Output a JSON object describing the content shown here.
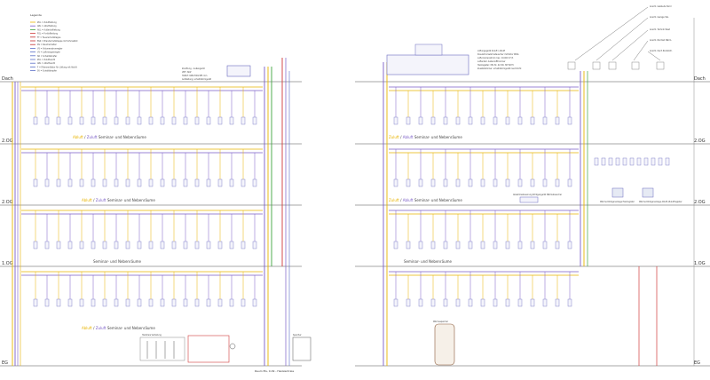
{
  "floors": [
    {
      "key": "dach",
      "label": "Dach"
    },
    {
      "key": "og2",
      "label": "2.OG"
    },
    {
      "key": "og1a",
      "label": "2.OG"
    },
    {
      "key": "og1",
      "label": "1.OG"
    },
    {
      "key": "eg",
      "label": "EG"
    }
  ],
  "legend": {
    "title": "Legende",
    "items": [
      {
        "label": "ZUL = Zuluftleitung",
        "color": "#e8b400"
      },
      {
        "label": "ABL = Abluftleitung",
        "color": "#7a5cc7"
      },
      {
        "label": "AUL = Außenluftleitung",
        "color": "#3fa53f"
      },
      {
        "label": "FOL = Fortluftleitung",
        "color": "#d13a3a"
      },
      {
        "label": "FT = Feuerschutzklappe",
        "color": "#c03030"
      },
      {
        "label": "BSK = Brandschutzklappe mit Schmelzlot",
        "color": "#c03030"
      },
      {
        "label": "RS = Rauchschalter",
        "color": "#c03030"
      },
      {
        "label": "VS = Volumenstromregler",
        "color": "#5b6fc7"
      },
      {
        "label": "VS = Luftmengenregler",
        "color": "#5b6fc7"
      },
      {
        "label": "SD = Schalldämpfer",
        "color": "#5b6fc7"
      },
      {
        "label": "ZUL = Zuluftventil",
        "color": "#5b6fc7"
      },
      {
        "label": "ABL = Abluftventil",
        "color": "#5b6fc7"
      },
      {
        "label": "F = Filterventilator für Lüftung mit Abluft",
        "color": "#5b6fc7"
      },
      {
        "label": "SV = Schalldämpfer",
        "color": "#5b6fc7"
      }
    ]
  },
  "sections": {
    "left_og2": {
      "zuluft": "Abluft",
      "abluft": "Zuluft",
      "text": "Seminar- und Nebenräume"
    },
    "right_og2": {
      "zuluft": "Zuluft",
      "abluft": "Abluft",
      "text": "Seminar- und Nebenräume"
    },
    "left_og1a": {
      "zuluft": "Abluft",
      "abluft": "Zuluft",
      "text": "Seminar- und Nebenräume"
    },
    "right_og1a": {
      "zuluft": "Zuluft",
      "abluft": "Abluft",
      "text": "Seminar- und Nebenräume"
    },
    "left_og1": {
      "zuluft": "",
      "abluft": "",
      "text": "Seminar- und Nebenräume"
    },
    "right_og1": {
      "zuluft": "",
      "abluft": "",
      "text": "Seminar- und Nebenräume"
    },
    "left_eg": {
      "zuluft": "Abluft",
      "abluft": "Zuluft",
      "text": "Seminar- und Nebenräume"
    }
  },
  "roof_unit_left": {
    "line1": "Zuluftung - Außengerät",
    "line2": "VRF: 3kW",
    "line3": "HxBxT: 948x790x385 mm",
    "line4": "Aufstellung: schalldämmgerät"
  },
  "roof_unit_right": {
    "line1": "Lüftungsgerät Zuluft / Abluft",
    "line2": "Kreuzstromwärmetauscher mit Rotor WRG",
    "line3": "Luftvolumenstrom max. 10.000 m³/h",
    "line4": "Luftanteil: Außenlufttrockner",
    "line5": "Heizregister: DN 32, 42 kW, 80°/60°C",
    "line6": "Zusatzkämmer: schalldämmgerät rauchdicht"
  },
  "right_callouts": {
    "c1": "Anschl. Gebäude Nord",
    "c2": "Anschl. Garage Sta.",
    "c3": "Anschl. Technik West",
    "c4": "Anschl. Nordost Wärm.",
    "c5": "Anschl. Dach Rückkühl."
  },
  "eg_equipment": {
    "pumps": "Heizkreis Verteilung",
    "storage": "Speicher",
    "room": "Raum EG, 0.09 - Heizzentrale",
    "tank_label": "Wärmespeicher"
  },
  "og1a_devices": {
    "dev1": "Abwärmesteuerung Röntgengerät Wärmetauscher",
    "dev2": "Wärme Röntgenanlage Heizregister",
    "dev3": "Wärme Röntgenanlage Abluft-/Zuluftregister"
  },
  "colors": {
    "zuluft": "#e8b400",
    "abluft": "#7a5cc7",
    "aussenluft": "#3fa53f",
    "fortluft": "#d13a3a",
    "floor_line": "#8a8a8a",
    "device_border": "#6b6bc0",
    "device_fill": "#f4f4fb"
  }
}
